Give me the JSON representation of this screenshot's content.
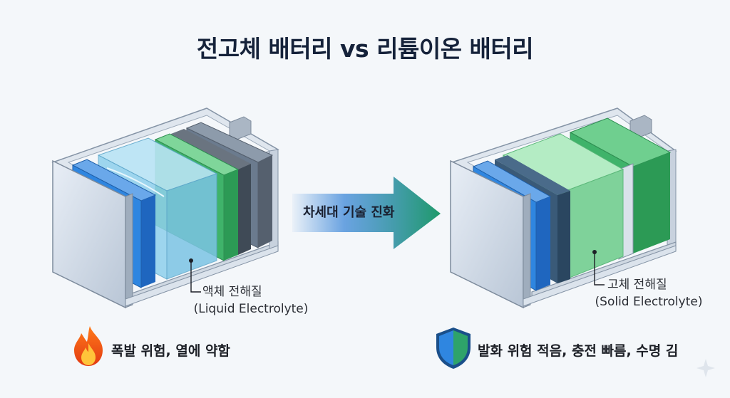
{
  "title": "전고체 배터리 vs 리튬이온 배터리",
  "arrow_label": "차세대 기술 진화",
  "left": {
    "label_ko": "액체 전해질",
    "label_en": "(Liquid Electrolyte)",
    "caption": "폭발 위험, 열에 약함",
    "icon": "flame-icon"
  },
  "right": {
    "label_ko": "고체 전해질",
    "label_en": "(Solid Electrolyte)",
    "caption": "발화 위험 적음, 충전 빠름, 수명 김",
    "icon": "shield-icon"
  },
  "colors": {
    "blue_layer": "#2f86e0",
    "green_layer": "#3fb36a",
    "light_green": "#8fdca6",
    "liquid": "#8fd0ec",
    "gray_layer": "#6b7b8e",
    "arrow_start": "#2f7fd6",
    "arrow_end": "#1f9a6a"
  }
}
